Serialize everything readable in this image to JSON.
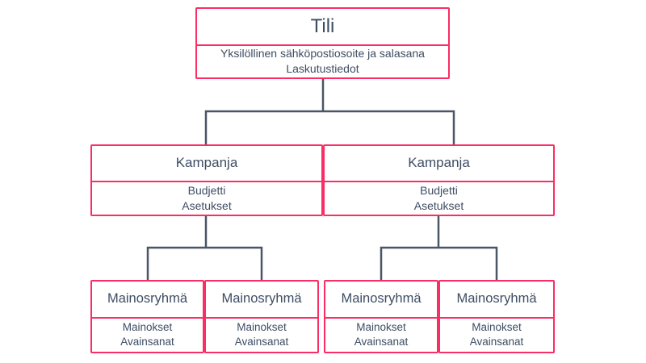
{
  "colors": {
    "node-border": "#fb2d64",
    "connector": "#4a5666",
    "text": "#3e4d63",
    "background": "#ffffff"
  },
  "nodes": {
    "account": {
      "title": "Tili",
      "details": [
        "Yksilöllinen sähköpostiosoite ja salasana",
        "Laskutustiedot"
      ]
    },
    "campaign1": {
      "title": "Kampanja",
      "details": [
        "Budjetti",
        "Asetukset"
      ]
    },
    "campaign2": {
      "title": "Kampanja",
      "details": [
        "Budjetti",
        "Asetukset"
      ]
    },
    "adgroup1": {
      "title": "Mainosryhmä",
      "details": [
        "Mainokset",
        "Avainsanat"
      ]
    },
    "adgroup2": {
      "title": "Mainosryhmä",
      "details": [
        "Mainokset",
        "Avainsanat"
      ]
    },
    "adgroup3": {
      "title": "Mainosryhmä",
      "details": [
        "Mainokset",
        "Avainsanat"
      ]
    },
    "adgroup4": {
      "title": "Mainosryhmä",
      "details": [
        "Mainokset",
        "Avainsanat"
      ]
    }
  }
}
